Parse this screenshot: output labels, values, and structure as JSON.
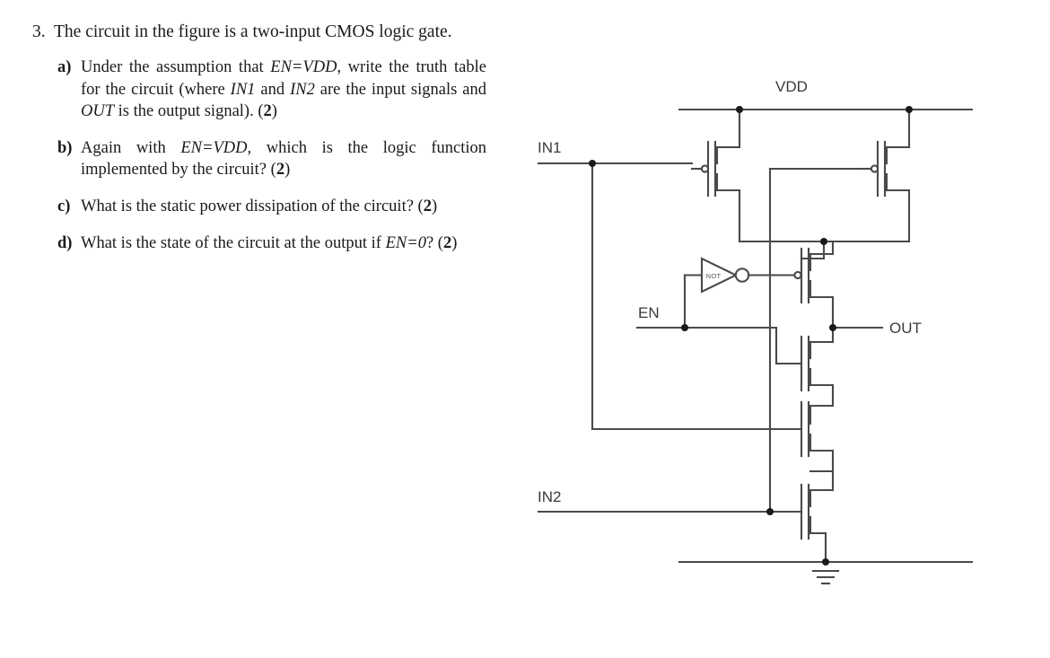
{
  "question": {
    "number": "3.",
    "stem": "The circuit in the figure is a two-input CMOS logic gate.",
    "parts": [
      {
        "label": "a)",
        "text_runs": [
          {
            "t": "Under the assumption that ",
            "style": "roman"
          },
          {
            "t": "EN=VDD",
            "style": "italic"
          },
          {
            "t": ", write the truth table for the circuit (where ",
            "style": "roman"
          },
          {
            "t": "IN1",
            "style": "italic"
          },
          {
            "t": " and ",
            "style": "roman"
          },
          {
            "t": "IN2",
            "style": "italic"
          },
          {
            "t": " are the input signals and ",
            "style": "roman"
          },
          {
            "t": "OUT",
            "style": "italic"
          },
          {
            "t": " is the output signal). (",
            "style": "roman"
          },
          {
            "t": "2",
            "style": "bold"
          },
          {
            "t": ")",
            "style": "roman"
          }
        ],
        "plain": "Under the assumption that EN=VDD, write the truth table for the circuit (where IN1 and IN2 are the input signals and OUT is the output signal). (2)"
      },
      {
        "label": "b)",
        "plain": "Again with EN=VDD, which is the logic function implemented by the circuit? (2)"
      },
      {
        "label": "c)",
        "plain": "What is the static power dissipation of the circuit? (2)"
      },
      {
        "label": "d)",
        "plain": "What is the state of the circuit at the output if EN=0? (2)"
      }
    ]
  },
  "figure": {
    "title": "two-input CMOS logic gate schematic",
    "labels": {
      "vdd": "VDD",
      "in1": "IN1",
      "in2": "IN2",
      "en": "EN",
      "out": "OUT",
      "not_gate": "NOT"
    },
    "colors": {
      "wire": "#4a4a4a",
      "node": "#1a1a1a",
      "text": "#3a3a3a",
      "background": "#ffffff"
    },
    "devices": [
      {
        "name": "pmos-in1",
        "type": "pmos",
        "gate": "IN1",
        "source": "VDD",
        "drain": "mid-node"
      },
      {
        "name": "pmos-in2",
        "type": "pmos",
        "gate": "IN2",
        "source": "VDD",
        "drain": "mid-node"
      },
      {
        "name": "pmos-en-bar",
        "type": "pmos",
        "gate": "NOT(EN)",
        "source": "mid-node",
        "drain": "OUT"
      },
      {
        "name": "nmos-en",
        "type": "nmos",
        "gate": "EN",
        "drain": "OUT",
        "source": "stack"
      },
      {
        "name": "nmos-in1",
        "type": "nmos",
        "gate": "IN1",
        "drain": "stack",
        "source": "stack2"
      },
      {
        "name": "nmos-in2",
        "type": "nmos",
        "gate": "IN2",
        "drain": "stack2",
        "source": "GND"
      }
    ]
  }
}
